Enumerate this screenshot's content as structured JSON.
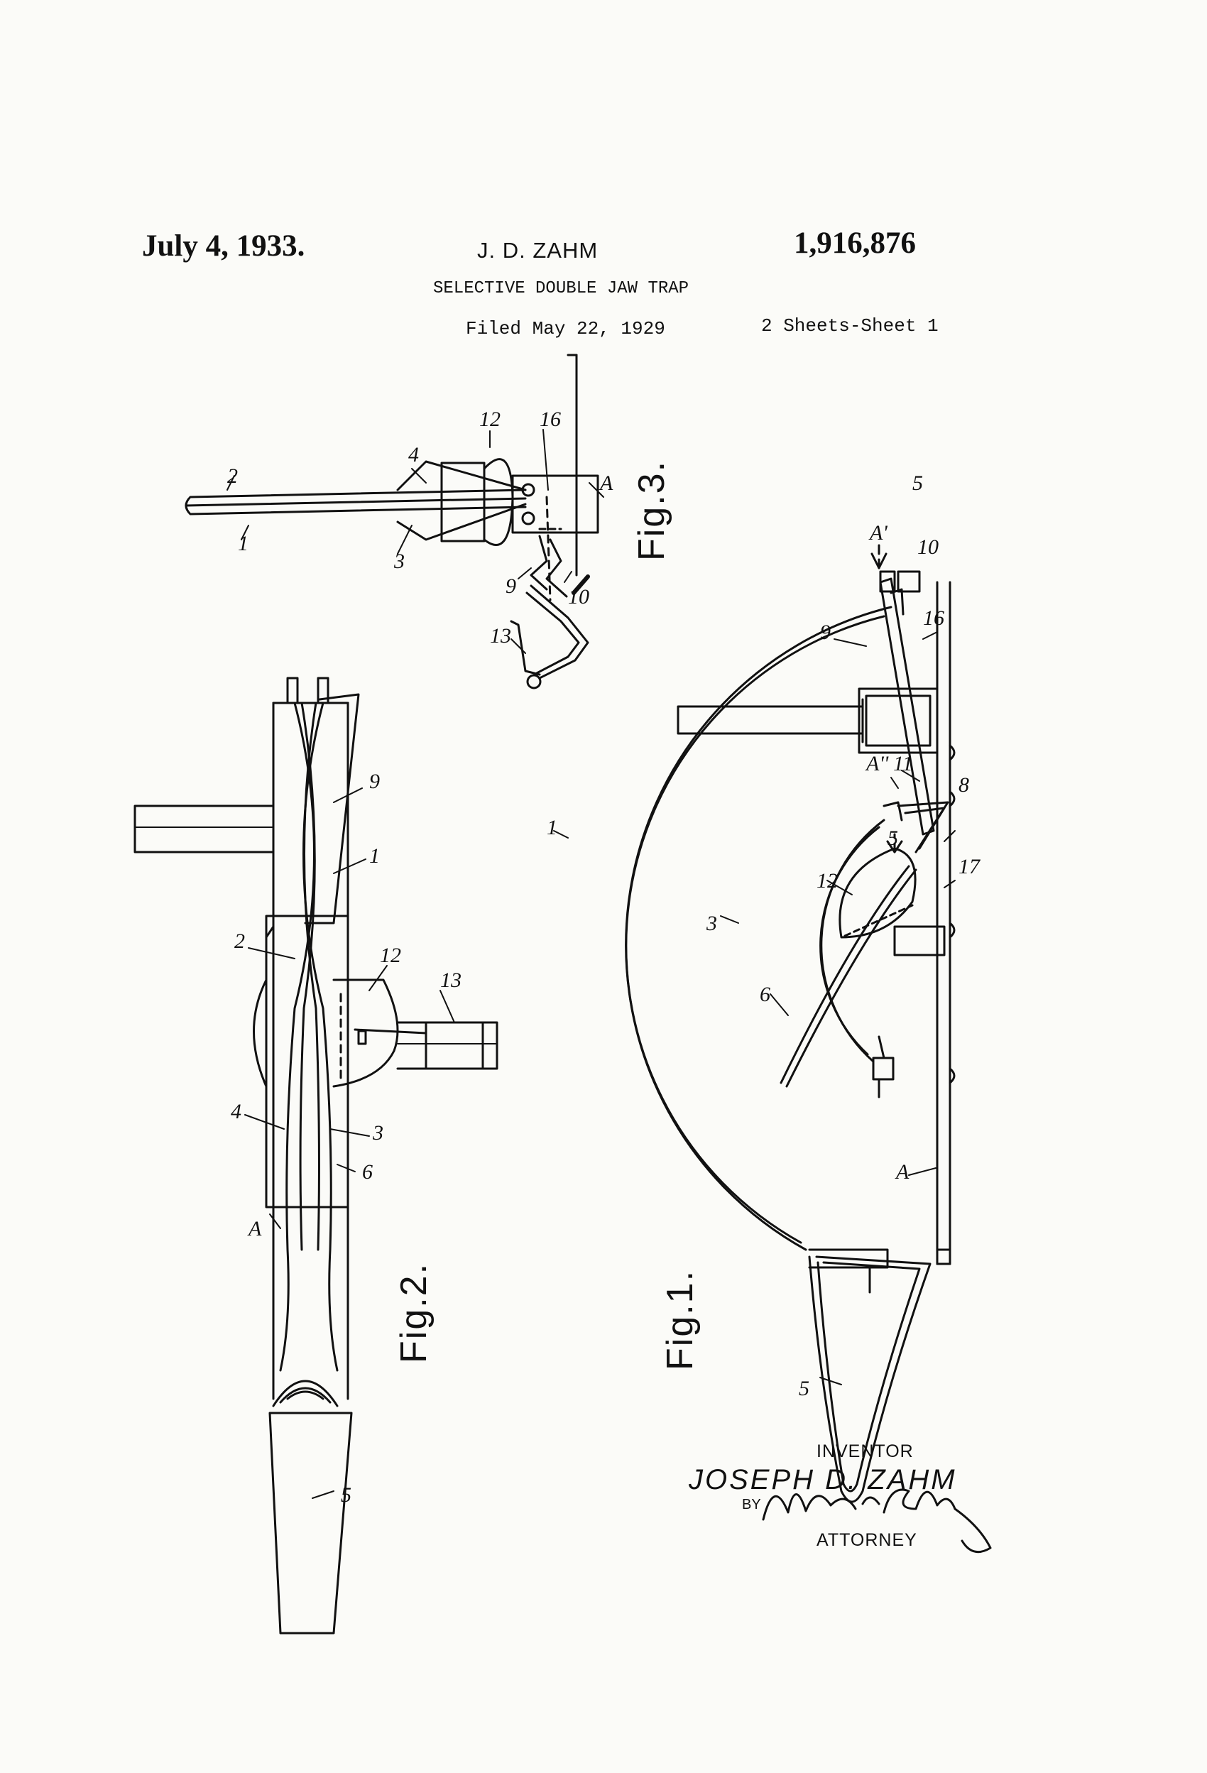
{
  "header": {
    "date": "July 4, 1933.",
    "inventor_short": "J. D. ZAHM",
    "patent_number": "1,916,876",
    "title": "SELECTIVE DOUBLE JAW TRAP",
    "filed": "Filed May 22, 1929",
    "sheets": "2 Sheets-Sheet 1"
  },
  "figures": {
    "fig1": "Fig.1.",
    "fig2": "Fig.2.",
    "fig3": "Fig.3."
  },
  "fig1_refs": {
    "r1": "1",
    "r3": "3",
    "r5": "5",
    "r6": "6",
    "r8": "8",
    "r9": "9",
    "r10": "10",
    "r11": "11",
    "r12": "12",
    "r16": "16",
    "r17": "17",
    "rA": "A",
    "rA1": "A'",
    "rA2": "A''",
    "rS1": "5",
    "rS2": "5"
  },
  "fig2_refs": {
    "r1": "1",
    "r2": "2",
    "r3": "3",
    "r4": "4",
    "r5": "5",
    "r6": "6",
    "r9": "9",
    "r12": "12",
    "r13": "13",
    "rA": "A"
  },
  "fig3_refs": {
    "r1": "1",
    "r2": "2",
    "r3": "3",
    "r4": "4",
    "r9": "9",
    "r10": "10",
    "r12": "12",
    "r13": "13",
    "r16": "16",
    "rA": "A"
  },
  "signature": {
    "inventor_label": "INVENTOR",
    "inventor_name": "JOSEPH D. ZAHM",
    "by": "BY",
    "attorney_signature": "Marks & Clerk",
    "attorney_label": "ATTORNEY"
  }
}
